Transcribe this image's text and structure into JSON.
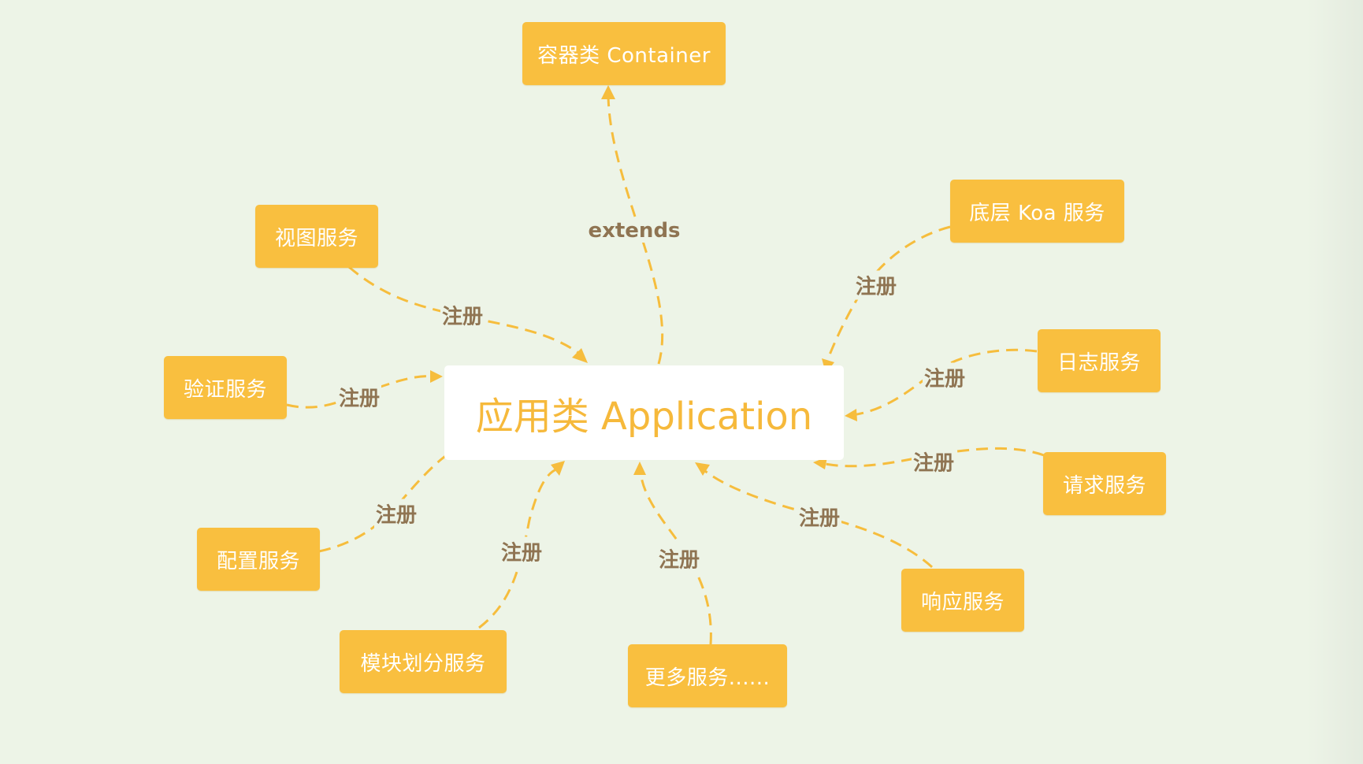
{
  "colors": {
    "background": "#edf4e7",
    "node_fill": "#f9bf3f",
    "edge": "#f6bd3d",
    "label_text": "#8f7452",
    "central_fill": "#ffffff",
    "central_text": "#f6b93b"
  },
  "central": {
    "label": "应用类 Application"
  },
  "nodes": {
    "container": "容器类 Container",
    "view_service": "视图服务",
    "validation_service": "验证服务",
    "config_service": "配置服务",
    "module_service": "模块划分服务",
    "more_services": "更多服务......",
    "koa_service": "底层 Koa 服务",
    "log_service": "日志服务",
    "request_service": "请求服务",
    "response_service": "响应服务"
  },
  "edge_labels": {
    "container_extends": "extends",
    "view_register": "注册",
    "validation_register": "注册",
    "config_register": "注册",
    "module_register": "注册",
    "more_register": "注册",
    "koa_register": "注册",
    "log_register": "注册",
    "request_register": "注册",
    "response_register": "注册"
  }
}
